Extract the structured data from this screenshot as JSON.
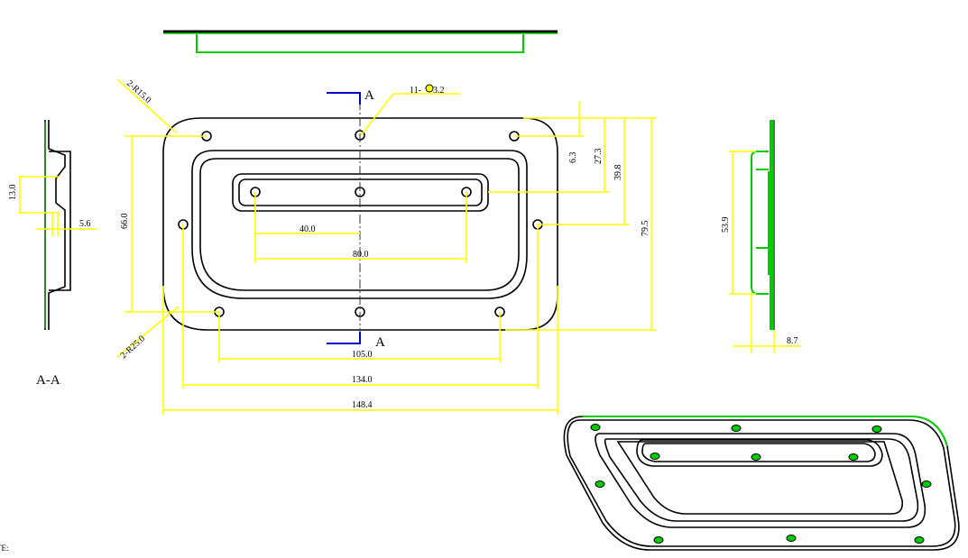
{
  "dimensions": {
    "corner_r1": "2-R15.0",
    "corner_r2": "2-R25.0",
    "hole_note_prefix": "11-",
    "hole_note_suffix": "3.2",
    "d_40": "40.0",
    "d_80": "80.0",
    "d_66": "66.0",
    "d_105": "105.0",
    "d_134": "134.0",
    "d_148": "148.4",
    "d_6_3": "6.3",
    "d_27_3": "27.3",
    "d_39_8": "39.8",
    "d_79_5": "79.5",
    "d_13": "13.0",
    "d_5_6": "5.6",
    "d_53_9": "53.9",
    "d_8_7": "8.7"
  },
  "labels": {
    "section_mark_top": "A",
    "section_mark_bottom": "A",
    "section_title": "A-A",
    "corner_text": "TE:"
  },
  "colors": {
    "dimension": "#ffff00",
    "outline": "#000000",
    "highlight": "#00cc00",
    "section_line": "#0000cc"
  }
}
